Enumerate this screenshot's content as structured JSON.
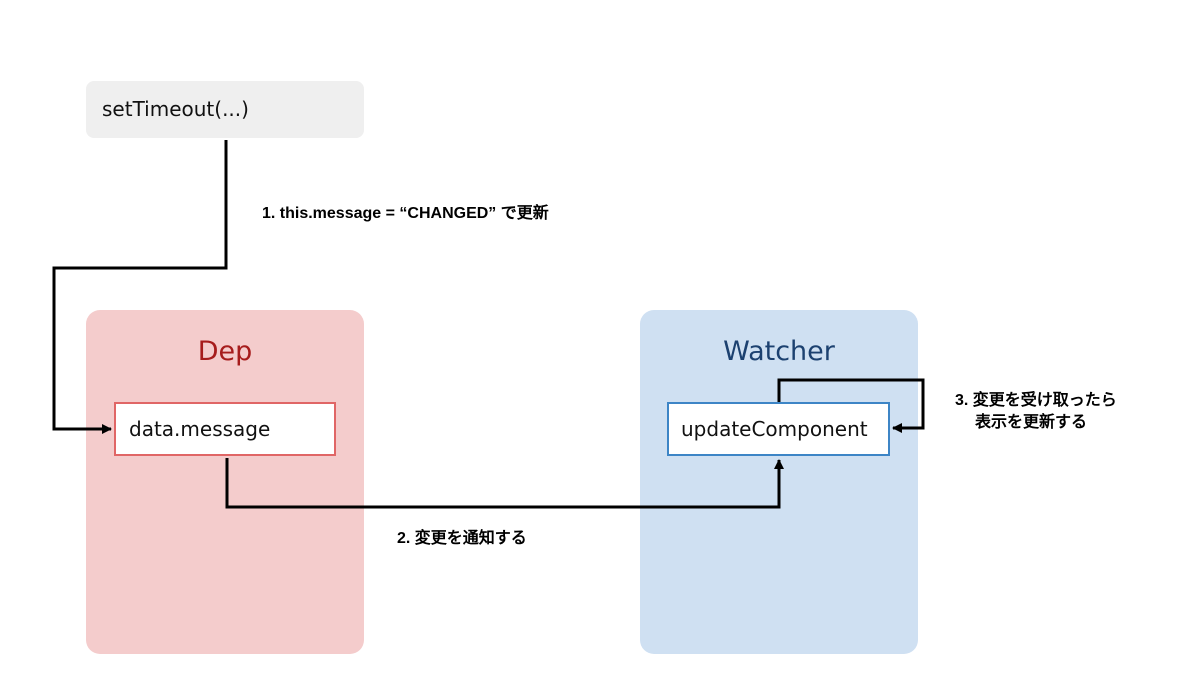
{
  "nodes": {
    "timeout": {
      "label": "setTimeout(...)"
    },
    "dep": {
      "title": "Dep",
      "item": "data.message"
    },
    "watcher": {
      "title": "Watcher",
      "item": "updateComponent"
    }
  },
  "edges": {
    "step1": "1. this.message = “CHANGED” で更新",
    "step2": "2. 変更を通知する",
    "step3_line1": "3. 変更を受け取ったら",
    "step3_line2": "表示を更新する"
  },
  "colors": {
    "dep_fill": "#f4cccc",
    "dep_title": "#a61c1c",
    "dep_border": "#e06666",
    "watcher_fill": "#cfe0f2",
    "watcher_title": "#1c4170",
    "watcher_border": "#3d85c6",
    "timeout_fill": "#efefef"
  }
}
